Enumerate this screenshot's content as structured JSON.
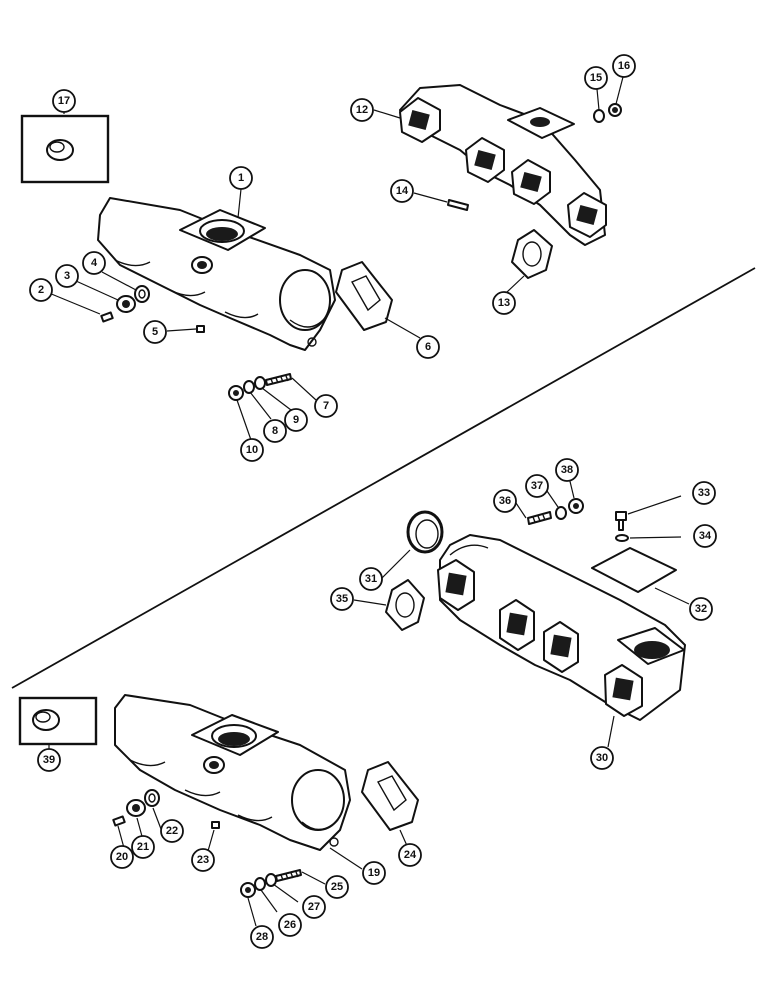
{
  "callouts": {
    "c1": "1",
    "c2": "2",
    "c3": "3",
    "c4": "4",
    "c5": "5",
    "c6": "6",
    "c7": "7",
    "c8": "8",
    "c9": "9",
    "c10": "10",
    "c12": "12",
    "c13": "13",
    "c14": "14",
    "c15": "15",
    "c16": "16",
    "c17": "17",
    "c19": "19",
    "c20": "20",
    "c21": "21",
    "c22": "22",
    "c23": "23",
    "c24": "24",
    "c25": "25",
    "c26": "26",
    "c27": "27",
    "c28": "28",
    "c30": "30",
    "c31": "31",
    "c32": "32",
    "c33": "33",
    "c34": "34",
    "c35": "35",
    "c36": "36",
    "c37": "37",
    "c38": "38",
    "c39": "39"
  },
  "colors": {
    "ink": "#111111",
    "paper": "#ffffff"
  }
}
